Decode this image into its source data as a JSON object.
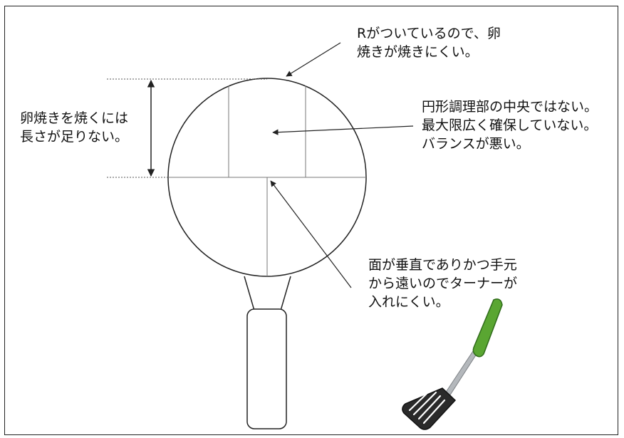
{
  "annotations": {
    "top_note": [
      "Rがついているので、卵",
      "焼きが焼きにくい。"
    ],
    "left_note": [
      "卵焼きを焼くには",
      "長さが足りない。"
    ],
    "right_note": [
      "円形調理部の中央ではない。",
      "最大限広く確保していない。",
      "バランスが悪い。"
    ],
    "bottom_note": [
      "面が垂直でありかつ手元",
      "から遠いのでターナーが",
      "入れにくい。"
    ]
  },
  "colors": {
    "stroke": "#222222",
    "turner_handle": "#5aa632",
    "turner_shaft": "#a9aeb3",
    "turner_head": "#2a2a2a"
  }
}
